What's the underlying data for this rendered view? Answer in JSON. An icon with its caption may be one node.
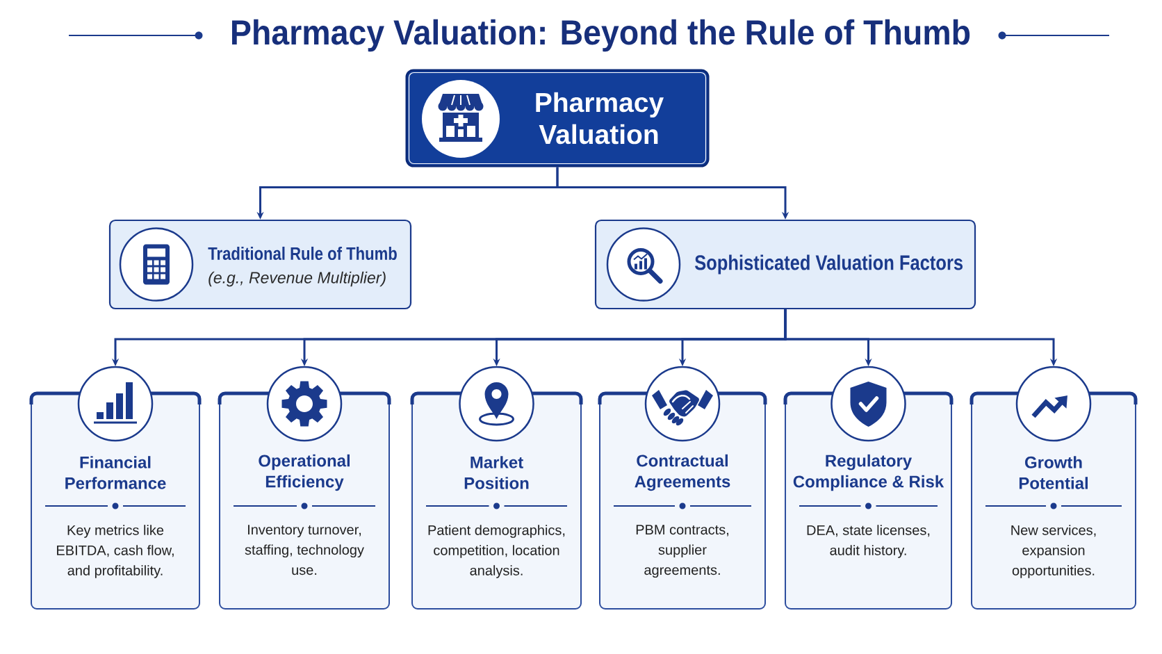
{
  "diagram": {
    "title": "Pharmacy Valuation: Beyond the Rule of Thumb",
    "nodes": [
      {
        "text": [
          "Pharmacy Valuation"
        ]
      },
      {
        "text": [
          "Traditional Rule of Thumb",
          "(e.g., Revenue Multiplier)"
        ]
      },
      {
        "text": [
          "Sophisticated Valuation Factors"
        ]
      },
      {
        "text": [
          "Financial Performance",
          "Key metrics like EBITDA, cash flow, and profitability."
        ]
      },
      {
        "text": [
          "Operational Efficiency",
          "Inventory turnover, staffing, technology use."
        ]
      },
      {
        "text": [
          "Market Position",
          "Patient demographics, competition, location analysis."
        ]
      },
      {
        "text": [
          "Contractual Agreements",
          "PBM contracts, supplier agreements."
        ]
      },
      {
        "text": [
          "Regulatory Compliance & Risk",
          "DEA, state licenses, audit history."
        ]
      },
      {
        "text": [
          "Growth Potential",
          "New services, expansion opportunities."
        ]
      }
    ],
    "edges": [
      {
        "from": 0,
        "to": 1,
        "arrow": "to"
      },
      {
        "from": 0,
        "to": 2,
        "arrow": "to"
      },
      {
        "from": 2,
        "to": 3,
        "arrow": "to"
      },
      {
        "from": 2,
        "to": 4,
        "arrow": "to"
      },
      {
        "from": 2,
        "to": 5,
        "arrow": "to"
      },
      {
        "from": 2,
        "to": 6,
        "arrow": "to"
      },
      {
        "from": 2,
        "to": 7,
        "arrow": "to"
      },
      {
        "from": 2,
        "to": 8,
        "arrow": "to"
      }
    ]
  }
}
